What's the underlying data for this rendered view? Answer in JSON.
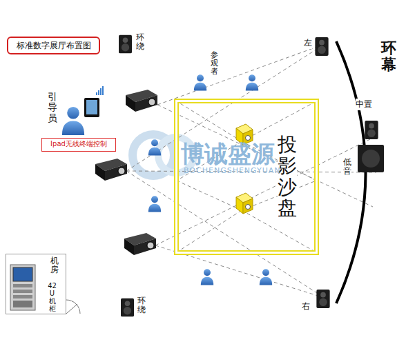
{
  "diagram": {
    "title": "标准数字展厅布置图",
    "nodes": [
      {
        "text": [
          "Ipad无线终端控制"
        ]
      },
      {
        "text": [
          "投影沙盘"
        ]
      },
      {
        "text": [
          "机房",
          "42U机柜"
        ]
      }
    ],
    "labels": [
      "环绕",
      "左",
      "参观者",
      "环幕",
      "中置",
      "引导员",
      "低音",
      "右",
      "环绕",
      "博诚盛源",
      "BOCHENGSHENGYUAN"
    ]
  }
}
